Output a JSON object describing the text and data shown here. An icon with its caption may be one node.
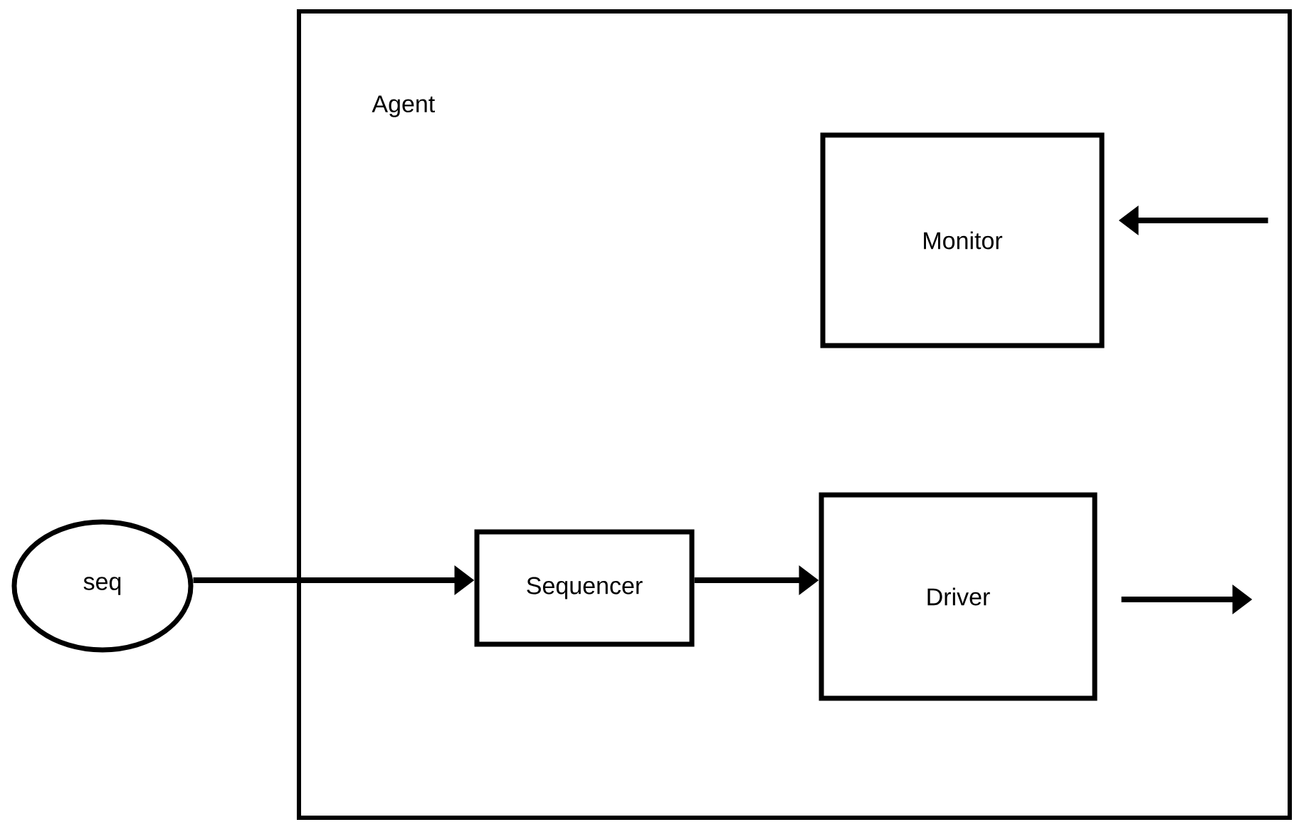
{
  "diagram": {
    "nodes": [
      {
        "text": [
          "Agent"
        ]
      },
      {
        "text": [
          "Monitor"
        ],
        "in": 0
      },
      {
        "text": [
          "seq"
        ]
      },
      {
        "text": [
          "Sequencer"
        ],
        "in": 0
      },
      {
        "text": [
          "Driver"
        ],
        "in": 0
      }
    ],
    "edges": [
      {
        "from": 2,
        "to": 3,
        "arrow": "to"
      },
      {
        "from": 3,
        "to": 4,
        "arrow": "to"
      },
      {
        "from": 4,
        "to": null,
        "arrow": "to"
      },
      {
        "from": null,
        "to": 1,
        "arrow": "to"
      }
    ]
  }
}
